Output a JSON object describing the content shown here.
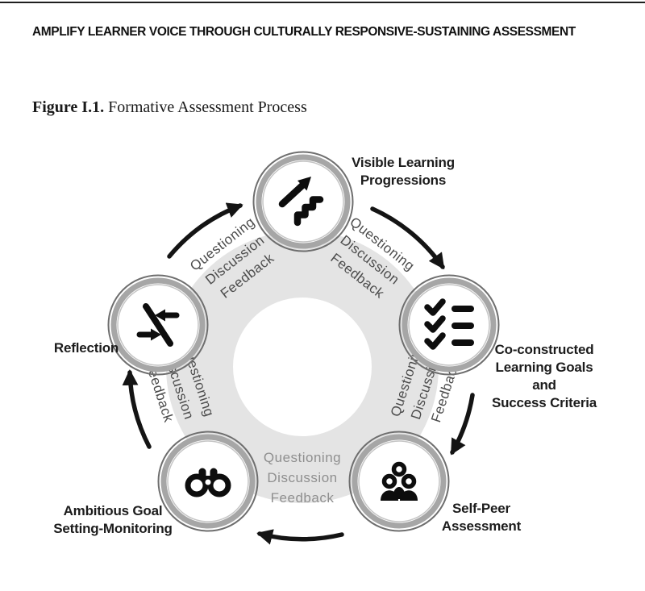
{
  "page": {
    "header": "AMPLIFY LEARNER VOICE THROUGH CULTURALLY RESPONSIVE-SUSTAINING ASSESSMENT",
    "figure_label": "Figure I.1.",
    "figure_title": "Formative Assessment Process"
  },
  "diagram": {
    "ring_words": {
      "w1": "Questioning",
      "w2": "Discussion",
      "w3": "Feedback"
    },
    "nodes": [
      {
        "name": "visible-learning-progressions",
        "icon": "trending-up-stairs-icon",
        "label_lines": [
          "Visible Learning",
          "Progressions"
        ]
      },
      {
        "name": "co-constructed-learning-goals",
        "icon": "checklist-icon",
        "label_lines": [
          "Co-constructed",
          "Learning Goals",
          "and",
          "Success Criteria"
        ]
      },
      {
        "name": "self-peer-assessment",
        "icon": "people-group-icon",
        "label_lines": [
          "Self-Peer",
          "Assessment"
        ]
      },
      {
        "name": "ambitious-goal-setting-monitoring",
        "icon": "binoculars-icon",
        "label_lines": [
          "Ambitious Goal",
          "Setting-Monitoring"
        ]
      },
      {
        "name": "reflection",
        "icon": "converging-arrows-icon",
        "label_lines": [
          "Reflection"
        ]
      }
    ],
    "colors": {
      "band": "#e4e4e4",
      "node_ring": "#a6a6a6",
      "node_ring_edge": "#6e6e6e",
      "node_ring_inner": "#c4c4c4",
      "icon": "#0d0d0d",
      "arrow": "#141414",
      "ring_text": "#4c4c4c",
      "ring_text_bottom": "#8f8f8f",
      "label_text": "#1c1c1c"
    }
  }
}
